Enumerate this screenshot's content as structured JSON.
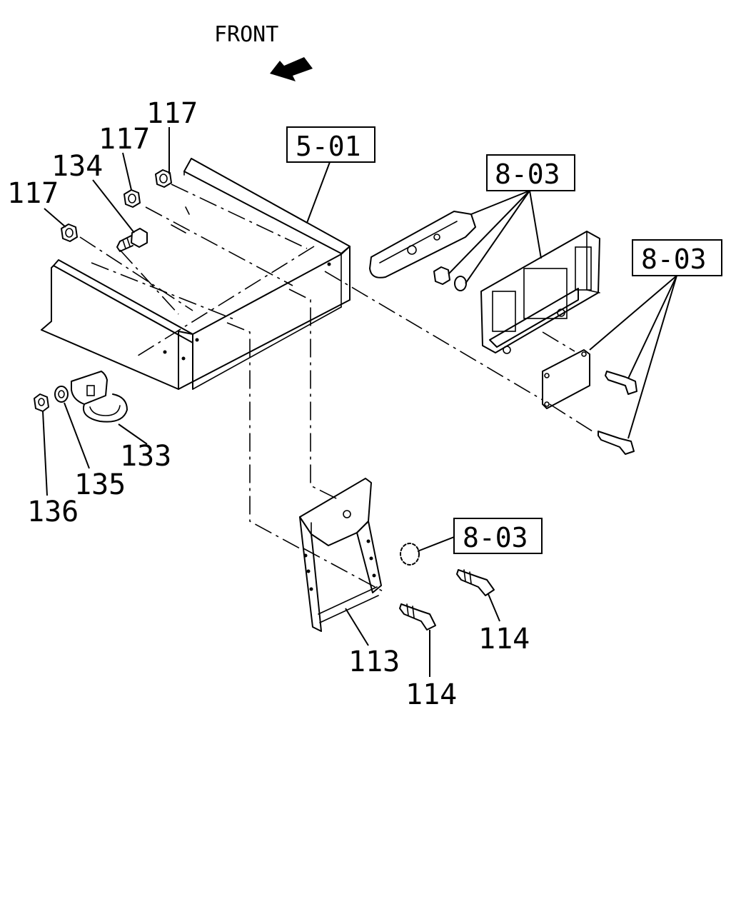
{
  "front_label": "FRONT",
  "refs": {
    "r501": "5-01",
    "r803a": "8-03",
    "r803b": "8-03",
    "r803c": "8-03"
  },
  "parts": {
    "p117a": "117",
    "p117b": "117",
    "p117c": "117",
    "p134": "134",
    "p133": "133",
    "p135": "135",
    "p136": "136",
    "p113": "113",
    "p114a": "114",
    "p114b": "114"
  }
}
